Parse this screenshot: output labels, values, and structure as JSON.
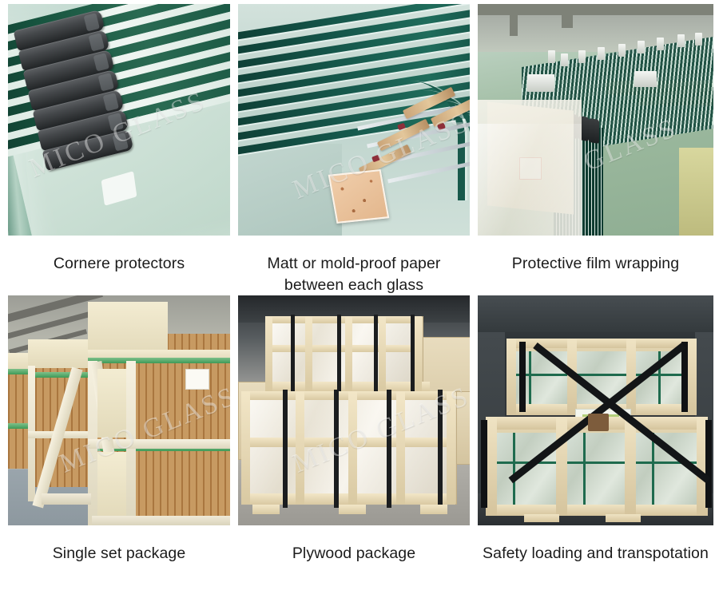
{
  "page": {
    "title": "Glass packaging and shipping gallery",
    "background_color": "#ffffff",
    "watermark_text": "MICO GLASS",
    "text_color": "#1b1b1b"
  },
  "gallery": {
    "columns": 3,
    "rows": 2,
    "items": [
      {
        "id": "corner-protectors",
        "caption": "Cornere protectors",
        "watermark": "MICO GLASS",
        "alt": "Stack of green tempered glass panels with black rubber corner protectors fitted on the edges"
      },
      {
        "id": "matt-mold-proof-paper",
        "caption": "Matt or mold-proof paper between each glass",
        "watermark": "MICO GLASS",
        "alt": "Curved tempered glass panels separated by cork pads and wooden spacers"
      },
      {
        "id": "protective-film-wrapping",
        "caption": "Protective film wrapping",
        "watermark": "GLASS",
        "alt": "Glass sheets on a green table wrapped in clear protective plastic film next to a wooden crate"
      },
      {
        "id": "single-set-package",
        "caption": "Single set package",
        "watermark": "MICO GLASS",
        "alt": "Cardboard wrapped glass crates bound with green straps on wooden pallets in a warehouse"
      },
      {
        "id": "plywood-package",
        "caption": "Plywood package",
        "watermark": "MICO GLASS",
        "alt": "Stacked plywood crates filled with plastic wrapped glass secured by black steel straps"
      },
      {
        "id": "safety-loading-transportation",
        "caption": "Safety loading and transpotation",
        "watermark": "",
        "alt": "Wooden crates of glass loaded inside a shipping container secured with crossed black lashing straps"
      }
    ]
  }
}
